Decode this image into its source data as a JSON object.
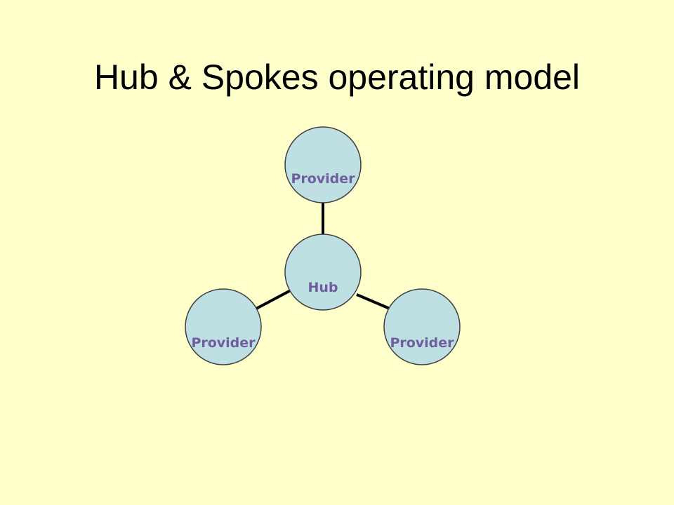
{
  "colors": {
    "background": "#FFFFCC",
    "title_text": "#000000",
    "node_fill": "#BEE0E3",
    "node_stroke": "#3F3F3F",
    "label_text": "#6F5E9E",
    "connector": "#000000"
  },
  "slide": {
    "title": "Hub & Spokes operating model"
  },
  "diagram": {
    "hub": {
      "label": "Hub"
    },
    "providers": [
      {
        "label": "Provider"
      },
      {
        "label": "Provider"
      },
      {
        "label": "Provider"
      }
    ]
  }
}
